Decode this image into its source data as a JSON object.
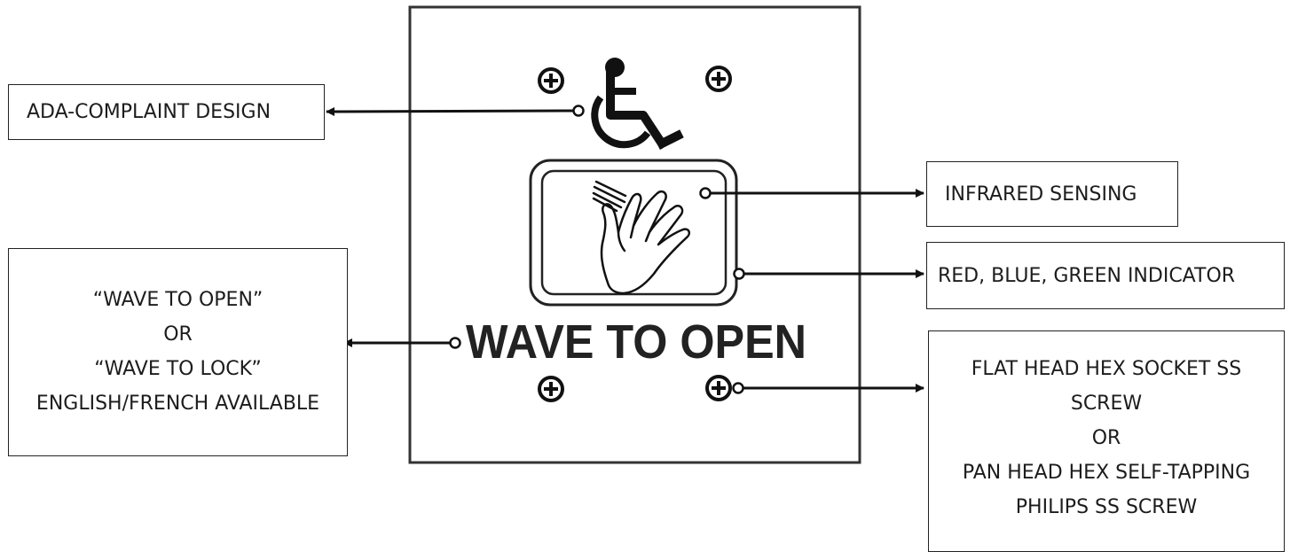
{
  "device": {
    "sign_text": "WAVE TO OPEN",
    "accessibility_icon": "wheelchair-icon",
    "sensor_icon": "waving-hand-icon",
    "screw_icon": "screw-head-icon"
  },
  "callouts": {
    "ada": {
      "text": "ADA-COMPLAINT DESIGN"
    },
    "infrared": {
      "text": "INFRARED SENSING"
    },
    "indicator": {
      "text": "RED, BLUE, GREEN INDICATOR"
    },
    "wording": {
      "lines": [
        "“WAVE TO OPEN”",
        "OR",
        "“WAVE TO LOCK”",
        "ENGLISH/FRENCH AVAILABLE"
      ]
    },
    "screw": {
      "lines": [
        "FLAT HEAD HEX SOCKET SS",
        "SCREW",
        "OR",
        "PAN HEAD HEX SELF-TAPPING",
        "PHILIPS SS SCREW"
      ]
    }
  },
  "colors": {
    "line": "#111111",
    "background": "#ffffff"
  }
}
